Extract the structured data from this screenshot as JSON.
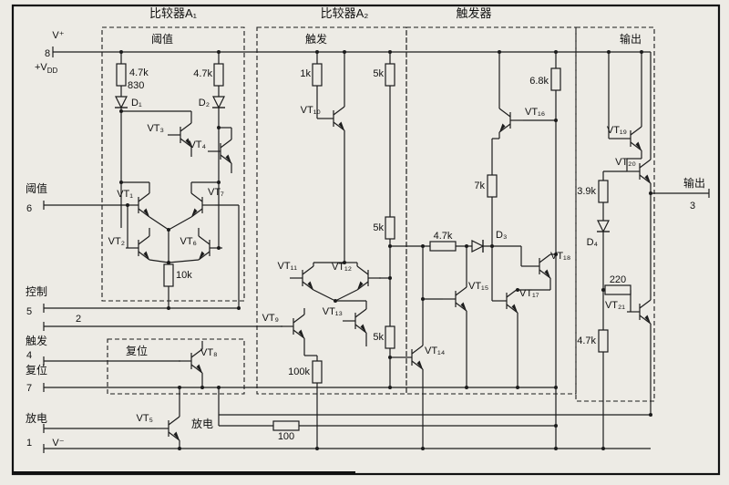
{
  "colors": {
    "paper": "#edebe5",
    "ink": "#1c1c1c"
  },
  "sections": {
    "a1": "比较器A₁",
    "a2": "比较器A₂",
    "ff": "触发器"
  },
  "terms": {
    "threshold": "阈值",
    "trigger": "触发",
    "output": "输出",
    "reset": "复位",
    "discharge": "放电",
    "control": "控制"
  },
  "pins": {
    "p1": "1",
    "p2": "2",
    "p3": "3",
    "p4": "4",
    "p5": "5",
    "p6": "6",
    "p7": "7",
    "p8": "8",
    "vplus": "V⁺",
    "vminus": "V⁻",
    "vdd_base": "+V",
    "vdd_sub": "DD"
  },
  "resistors": {
    "r1a": "4.7k",
    "r1b": "830",
    "r2": "4.7k",
    "r10k": "10k",
    "r1k": "1k",
    "r5k_top": "5k",
    "r5k_mid": "5k",
    "r5k_low": "5k",
    "r100k": "100k",
    "r47k_ff": "4.7k",
    "r7k": "7k",
    "r68k": "6.8k",
    "r39k": "3.9k",
    "r220": "220",
    "r47k_out": "4.7k",
    "r100": "100"
  },
  "diodes": {
    "d1": "D₁",
    "d2": "D₂",
    "d3": "D₃",
    "d4": "D₄"
  },
  "transistors": {
    "vt1": "VT₁",
    "vt2": "VT₂",
    "vt3": "VT₃",
    "vt4": "VT₄",
    "vt5": "VT₅",
    "vt6": "VT₆",
    "vt7": "VT₇",
    "vt8": "VT₈",
    "vt9": "VT₉",
    "vt10": "VT₁₀",
    "vt11": "VT₁₁",
    "vt12": "VT₁₂",
    "vt13": "VT₁₃",
    "vt14": "VT₁₄",
    "vt15": "VT₁₅",
    "vt16": "VT₁₆",
    "vt17": "VT₁₇",
    "vt18": "VT₁₈",
    "vt19": "VT₁₉",
    "vt20": "VT₂₀",
    "vt21": "VT₂₁"
  }
}
